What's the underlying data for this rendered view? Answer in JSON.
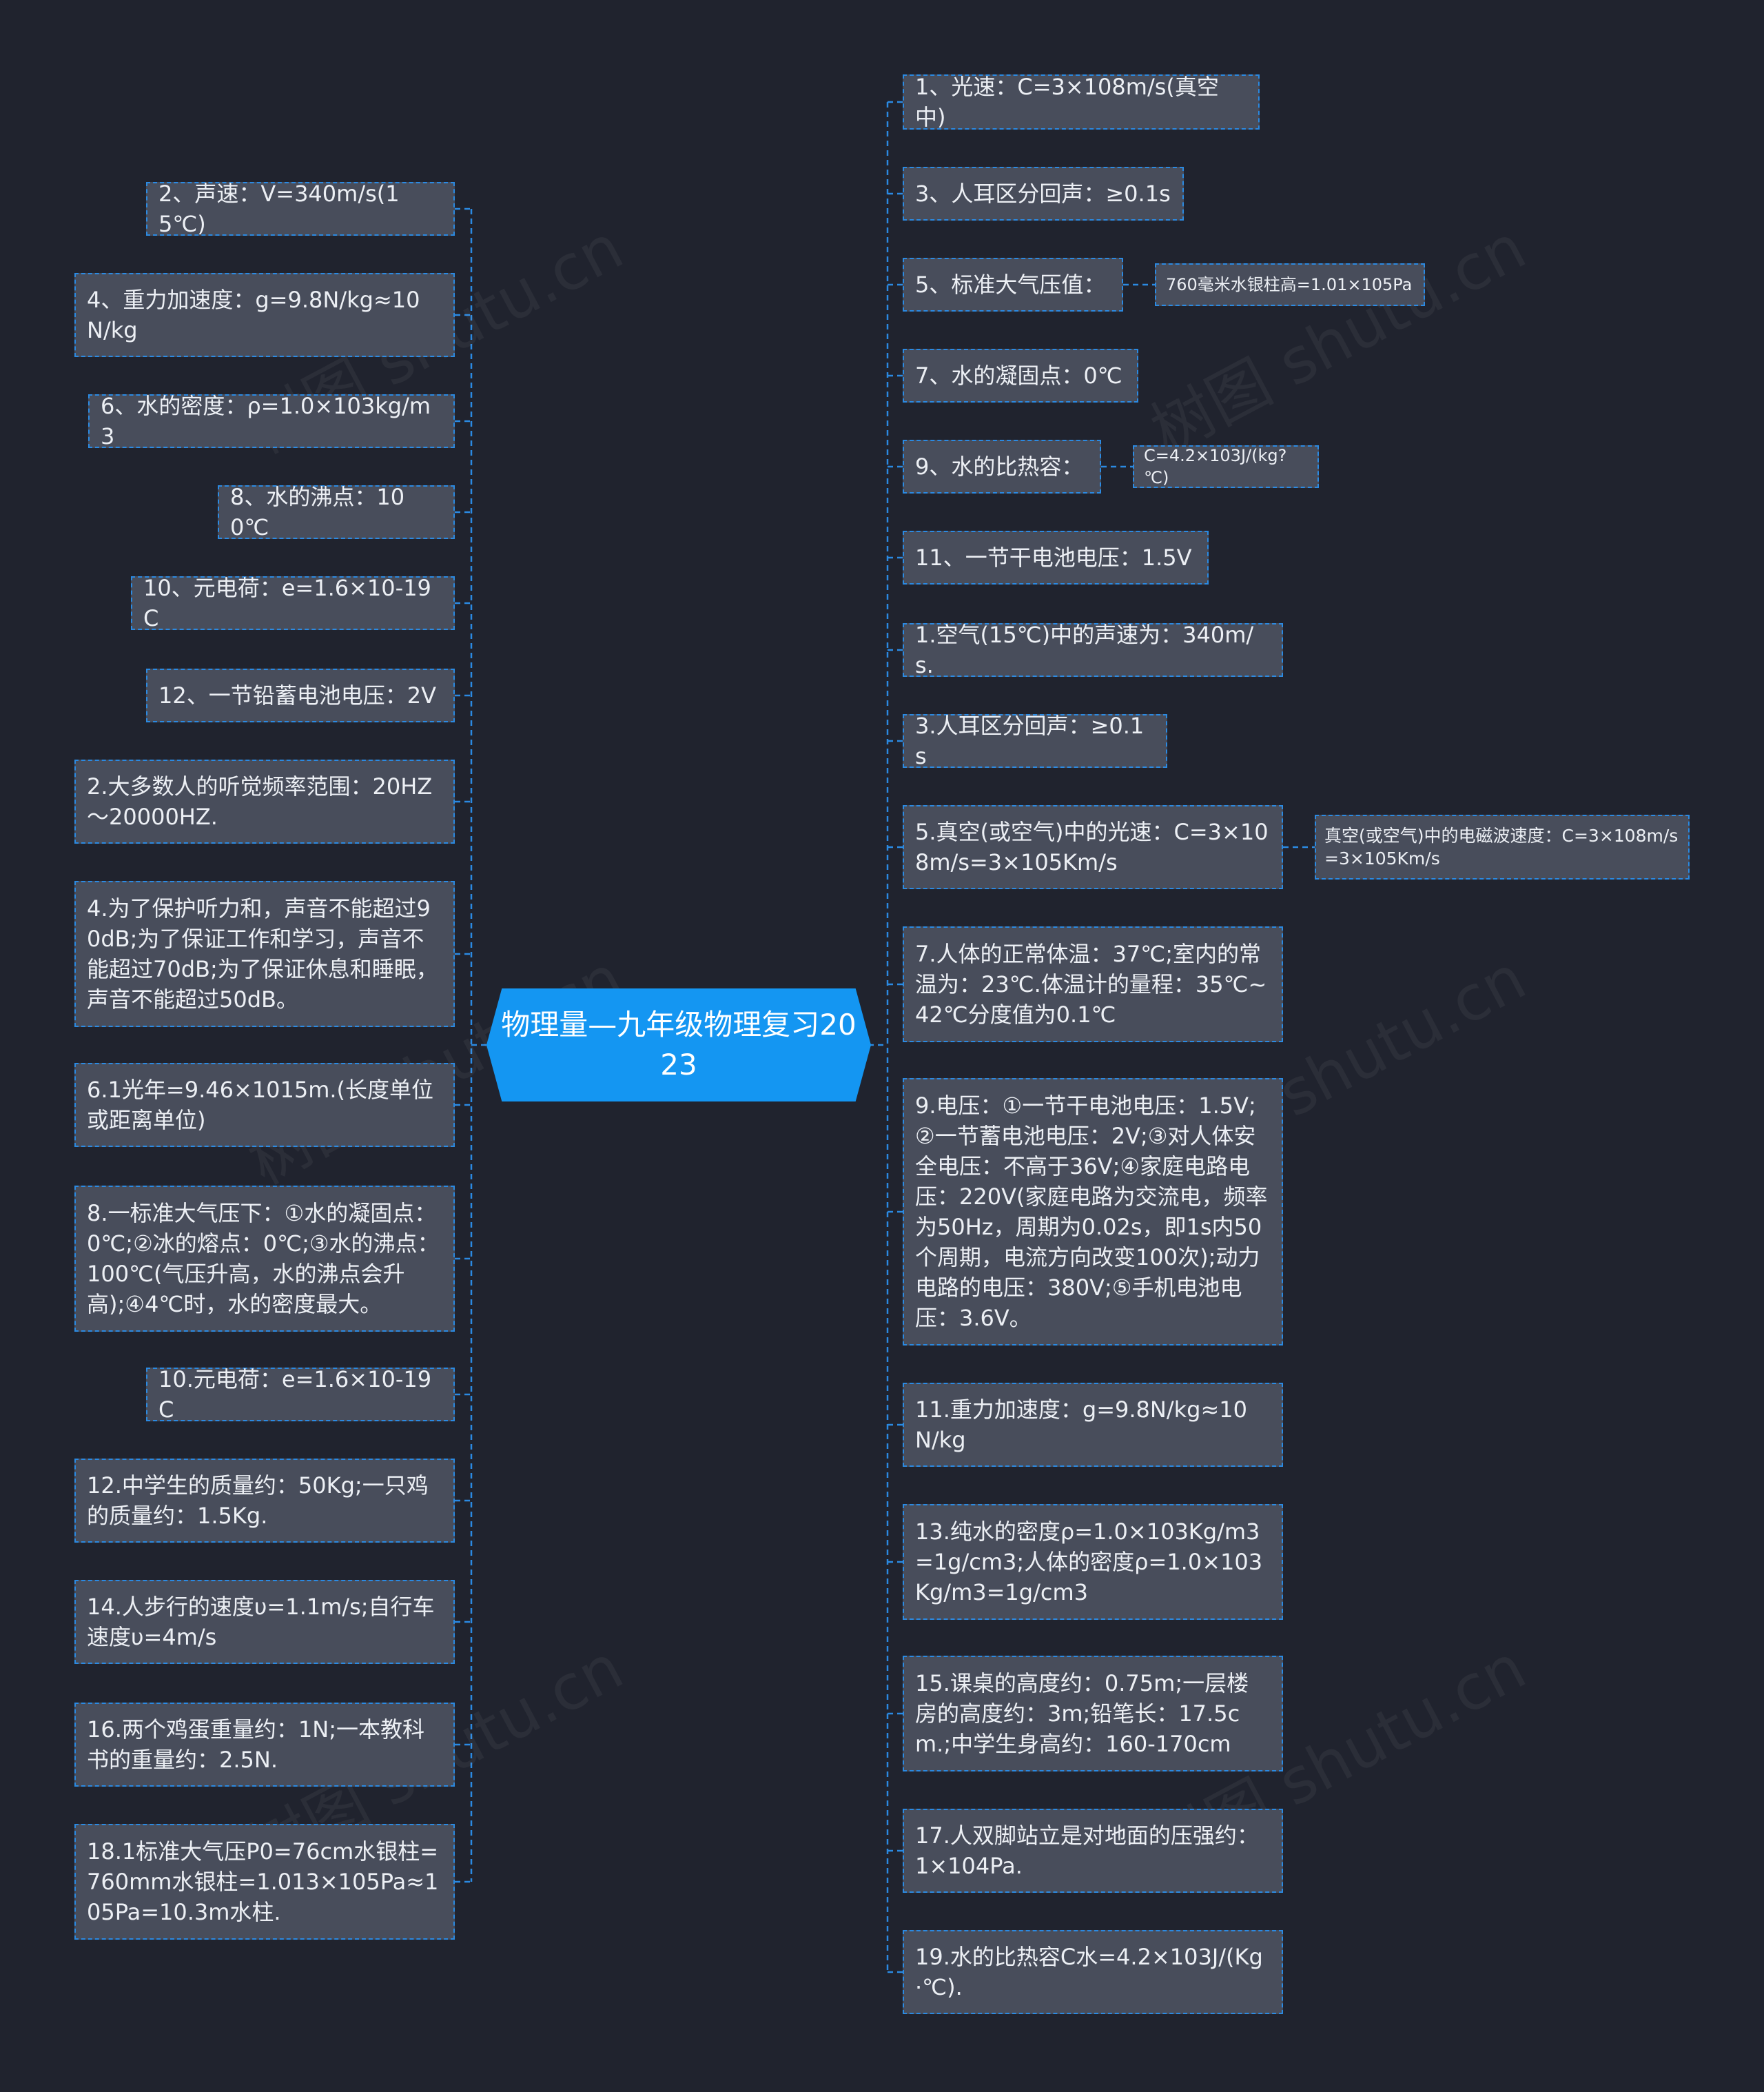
{
  "root": "物理量—九年级物理复习2023",
  "left_nodes": [
    "2、声速：V=340m/s(15℃)",
    "4、重力加速度：g=9.8N/kg≈10N/kg",
    "6、水的密度：ρ=1.0×103kg/m3",
    "8、水的沸点：100℃",
    "10、元电荷：e=1.6×10-19C",
    "12、一节铅蓄电池电压：2V",
    "2.大多数人的听觉频率范围：20HZ～20000HZ.",
    "4.为了保护听力和，声音不能超过90dB;为了保证工作和学习，声音不能超过70dB;为了保证休息和睡眠，声音不能超过50dB。",
    "6.1光年=9.46×1015m.(长度单位或距离单位)",
    "8.一标准大气压下：①水的凝固点：0℃;②冰的熔点：0℃;③水的沸点：100℃(气压升高，水的沸点会升高);④4℃时，水的密度最大。",
    "10.元电荷：e=1.6×10-19C",
    "12.中学生的质量约：50Kg;一只鸡的质量约：1.5Kg.",
    "14.人步行的速度υ=1.1m/s;自行车速度υ=4m/s",
    "16.两个鸡蛋重量约：1N;一本教科书的重量约：2.5N.",
    "18.1标准大气压P0=76cm水银柱=760mm水银柱=1.013×105Pa≈105Pa=10.3m水柱."
  ],
  "right_nodes": [
    "1、光速：C=3×108m/s(真空中)",
    "3、人耳区分回声：≥0.1s",
    "5、标准大气压值：",
    "7、水的凝固点：0℃",
    "9、水的比热容：",
    "11、一节干电池电压：1.5V",
    "1.空气(15℃)中的声速为：340m/s.",
    "3.人耳区分回声：≥0.1s",
    "5.真空(或空气)中的光速：C=3×108m/s=3×105Km/s",
    "7.人体的正常体温：37℃;室内的常温为：23℃.体温计的量程：35℃~42℃分度值为0.1℃",
    "9.电压：①一节干电池电压：1.5V;②一节蓄电池电压：2V;③对人体安全电压：不高于36V;④家庭电路电压：220V(家庭电路为交流电，频率为50Hz，周期为0.02s，即1s内50个周期，电流方向改变100次);动力电路的电压：380V;⑤手机电池电压：3.6V。",
    "11.重力加速度：g=9.8N/kg≈10N/kg",
    "13.纯水的密度ρ=1.0×103Kg/m3=1g/cm3;人体的密度ρ=1.0×103Kg/m3=1g/cm3",
    "15.课桌的高度约：0.75m;一层楼房的高度约：3m;铅笔长：17.5cm.;中学生身高约：160-170cm",
    "17.人双脚站立是对地面的压强约：1×104Pa.",
    "19.水的比热容C水=4.2×103J/(Kg·℃)."
  ],
  "sub_nodes": [
    "760毫米水银柱高=1.01×105Pa",
    "C=4.2×103J/(kg?℃)",
    "真空(或空气)中的电磁波速度：C=3×108m/s=3×105Km/s"
  ],
  "watermark": "树图 shutu.cn",
  "colors": {
    "background": "#20232e",
    "node_fill": "#484d5b",
    "node_border": "#2b8ae2",
    "root_fill": "#1496f2",
    "text": "#eceff4"
  }
}
